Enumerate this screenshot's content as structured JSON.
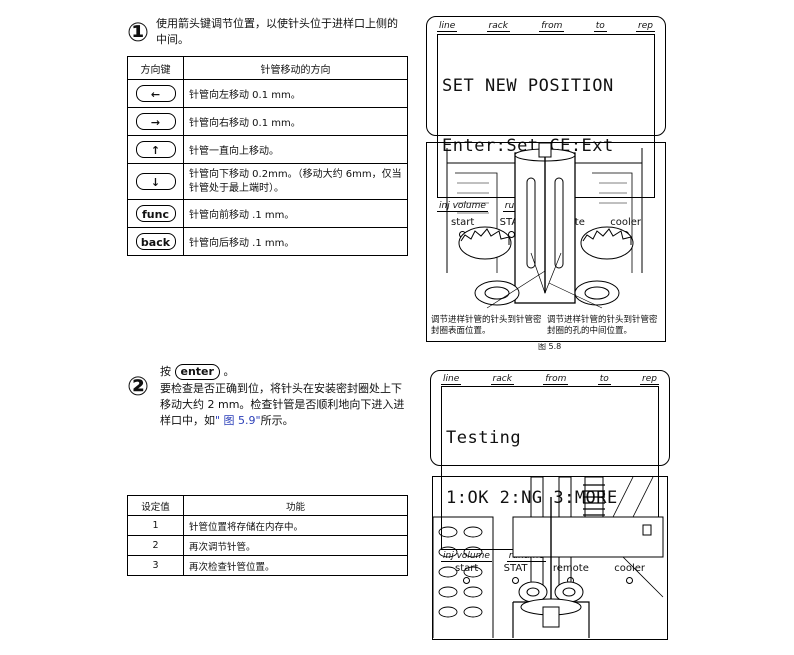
{
  "step1": {
    "number": "①",
    "instruction": "使用箭头键调节位置，以使针头位于进样口上侧的中间。",
    "table": {
      "headers": [
        "方向键",
        "针管移动的方向"
      ],
      "rows": [
        {
          "key": "←",
          "icon": "left-arrow-key-icon",
          "text": "针管向左移动 0.1 mm。"
        },
        {
          "key": "→",
          "icon": "right-arrow-key-icon",
          "text": "针管向右移动 0.1 mm。"
        },
        {
          "key": "↑",
          "icon": "up-arrow-key-icon",
          "text": "针管一直向上移动。"
        },
        {
          "key": "↓",
          "icon": "down-arrow-key-icon",
          "text": "针管向下移动 0.2mm。（移动大约 6mm，仅当针管处于最上端时）。"
        },
        {
          "key": "func",
          "icon": "func-key",
          "text": "针管向前移动 .1 mm。"
        },
        {
          "key": "back",
          "icon": "back-key",
          "text": "针管向后移动 .1 mm。"
        }
      ]
    },
    "panel": {
      "top_labels": [
        "line",
        "rack",
        "from",
        "to",
        "rep"
      ],
      "lcd_line1": "SET NEW POSITION",
      "lcd_line2": "Enter:Set CE:Ext",
      "bottom_labels": [
        "inj volume",
        "runtime"
      ],
      "indicators": [
        "start",
        "STAT",
        "remote",
        "cooler"
      ]
    },
    "figure": {
      "caption_left": "调节进样针管的针头到针管密封圈表面位置。",
      "caption_right": "调节进样针管的针头到针管密封圈的孔的中间位置。",
      "cut_label": "图 5.8"
    }
  },
  "step2": {
    "number": "②",
    "press_label": "按",
    "press_key": "enter",
    "instruction_pre": "要检查是否正确到位，将针头在安装密封圈处上下移动大约 2 mm。检查针管是否顺利地向下进入进样口中，如",
    "link_text": "\" 图 5.9\"",
    "instruction_post": "所示。",
    "panel": {
      "top_labels": [
        "line",
        "rack",
        "from",
        "to",
        "rep"
      ],
      "lcd_line1": "Testing",
      "lcd_line2": "1:OK 2:NG 3:MORE",
      "bottom_labels": [
        "inj volume",
        "runtime"
      ],
      "indicators": [
        "start",
        "STAT",
        "remote",
        "cooler"
      ]
    },
    "table": {
      "headers": [
        "设定值",
        "功能"
      ],
      "rows": [
        {
          "value": "1",
          "text": "针管位置将存储在内存中。"
        },
        {
          "value": "2",
          "text": "再次调节针管。"
        },
        {
          "value": "3",
          "text": "再次检查针管位置。"
        }
      ]
    }
  }
}
